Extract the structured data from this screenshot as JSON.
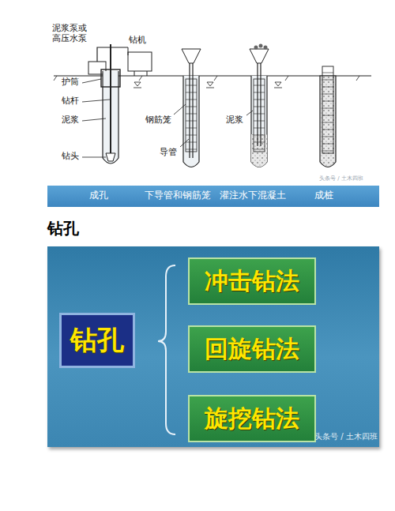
{
  "diagram": {
    "title": "钻孔",
    "nodes": [
      {
        "text": [
          "钻孔"
        ]
      },
      {
        "text": [
          "冲击钻法"
        ]
      },
      {
        "text": [
          "回旋钻法"
        ]
      },
      {
        "text": [
          "旋挖钻法"
        ]
      }
    ],
    "labels": [
      "泥浆泵或高压水泵",
      "钻机",
      "护筒",
      "钻杆",
      "泥浆",
      "钻头",
      "钢筋笼",
      "导管",
      "泥浆",
      "成孔",
      "下导管和钢筋笼",
      "灌注水下混凝土",
      "成桩",
      "头条号 / 土木四班",
      "头条号 / 土木四班"
    ]
  }
}
